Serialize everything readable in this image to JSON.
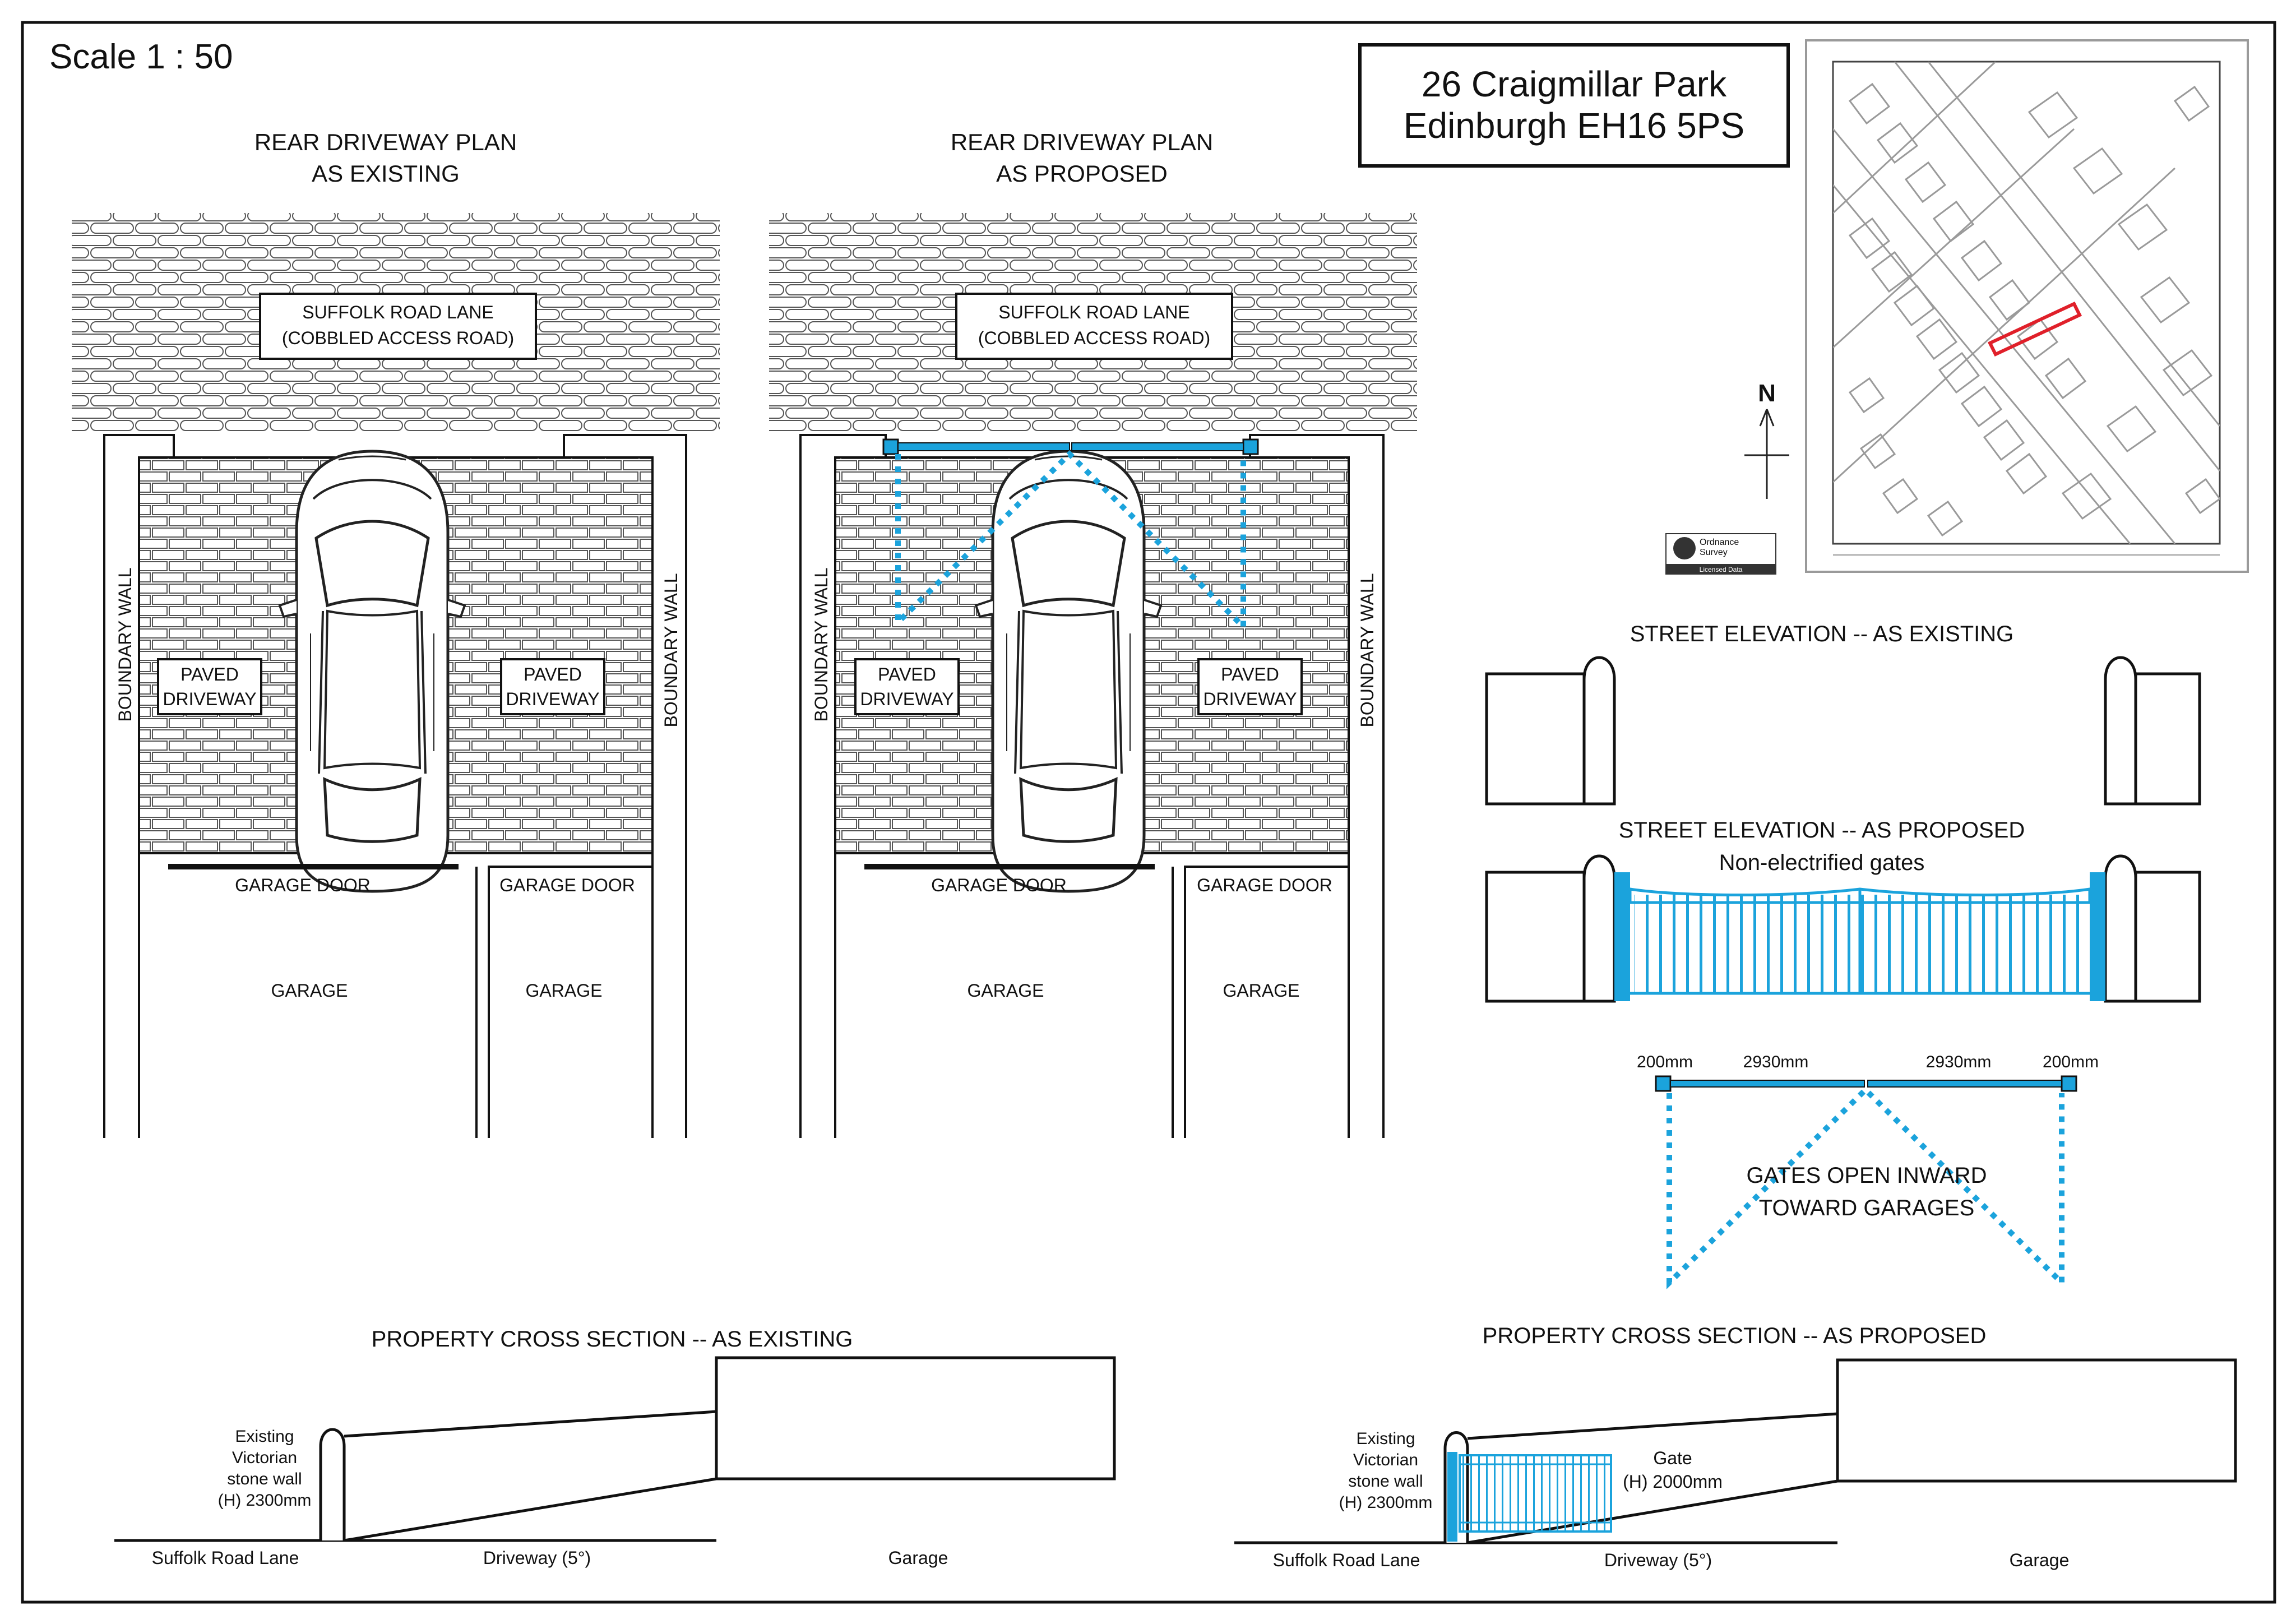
{
  "scale": "Scale 1 : 50",
  "address": {
    "line1": "26 Craigmillar Park",
    "line2": "Edinburgh EH16 5PS"
  },
  "north": "N",
  "os_logo": {
    "line1": "Ordnance",
    "line2": "Survey",
    "licensed": "Licensed Data"
  },
  "plan_existing": {
    "title1": "REAR DRIVEWAY PLAN",
    "title2": "AS EXISTING"
  },
  "plan_proposed": {
    "title1": "REAR DRIVEWAY PLAN",
    "title2": "AS PROPOSED"
  },
  "plan_labels": {
    "lane1": "SUFFOLK ROAD LANE",
    "lane2": "(COBBLED ACCESS ROAD)",
    "boundary_wall": "BOUNDARY WALL",
    "paved1": "PAVED",
    "paved2": "DRIVEWAY",
    "garage_door": "GARAGE DOOR",
    "garage": "GARAGE"
  },
  "street_existing": {
    "title": "STREET ELEVATION -- AS EXISTING"
  },
  "street_proposed": {
    "title": "STREET ELEVATION -- AS PROPOSED",
    "subtitle": "Non-electrified gates"
  },
  "gate_dims": {
    "left_post": "200mm",
    "left_leaf": "2930mm",
    "right_leaf": "2930mm",
    "right_post": "200mm"
  },
  "gate_note": {
    "line1": "GATES OPEN INWARD",
    "line2": "TOWARD GARAGES"
  },
  "section_existing": {
    "title": "PROPERTY CROSS SECTION -- AS EXISTING",
    "wall1": "Existing",
    "wall2": "Victorian",
    "wall3": "stone wall",
    "wall4": "(H) 2300mm",
    "lane": "Suffolk Road Lane",
    "driveway": "Driveway (5°)",
    "garage": "Garage"
  },
  "section_proposed": {
    "title": "PROPERTY CROSS SECTION -- AS PROPOSED",
    "wall1": "Existing",
    "wall2": "Victorian",
    "wall3": "stone wall",
    "wall4": "(H) 2300mm",
    "gate1": "Gate",
    "gate2": "(H) 2000mm",
    "lane": "Suffolk Road Lane",
    "driveway": "Driveway (5°)",
    "garage": "Garage"
  },
  "colors": {
    "gate_blue": "#1ba3dc",
    "line": "#111111",
    "map_red": "#e0202a",
    "map_grey": "#9a9a9a"
  }
}
